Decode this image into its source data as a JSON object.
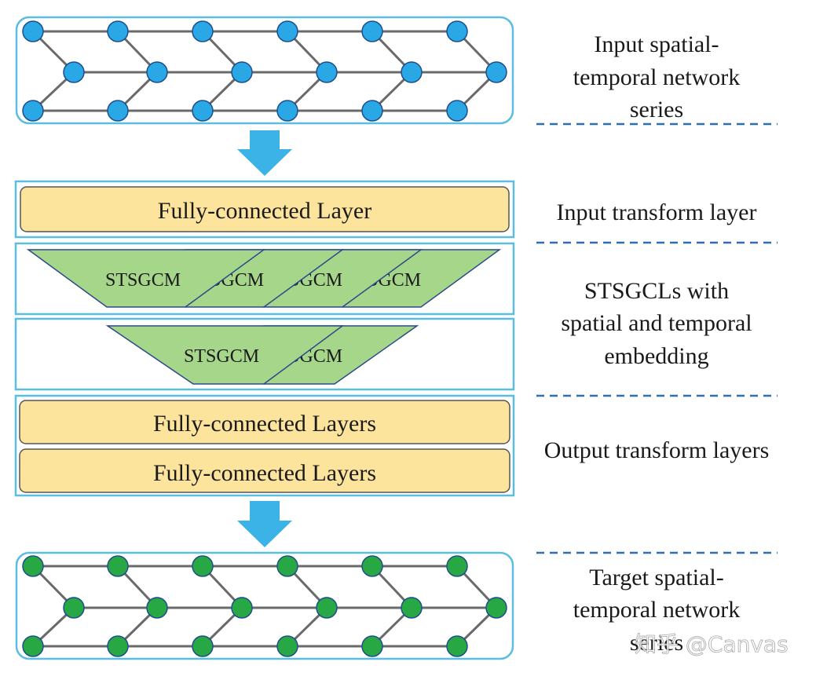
{
  "colors": {
    "frame": "#5bbde0",
    "edge": "#6a6a6a",
    "input_node": "#2aa8e6",
    "target_node": "#27a844",
    "node_stroke": "#1e4e8c",
    "fc_fill": "#fde49c",
    "fc_stroke": "#555555",
    "module_fill": "#a6d68a",
    "module_stroke": "#2c4a8a",
    "arrow": "#3bb3e6",
    "dash": "#2e6fb0"
  },
  "labels": {
    "input_series": [
      "Input spatial-",
      "temporal network",
      "series"
    ],
    "input_transform": "Input transform layer",
    "stsgcls": [
      "STSGCLs with",
      "spatial and temporal",
      "embedding"
    ],
    "output_transform": "Output transform layers",
    "target_series": [
      "Target spatial-",
      "temporal network",
      "series"
    ]
  },
  "blocks": {
    "fc_input": "Fully-connected Layer",
    "fc_output_1": "Fully-connected Layers",
    "fc_output_2": "Fully-connected Layers"
  },
  "modules": {
    "label": "STSGCM",
    "layer1": [
      "STSGCM",
      "STSGCM",
      "STSGCM",
      "STSGCM"
    ],
    "layer2": [
      "STSGCM",
      "STSGCM"
    ]
  },
  "watermark": "知乎 @Canvas",
  "icons": {
    "arrow_down": "arrow-down-icon"
  }
}
